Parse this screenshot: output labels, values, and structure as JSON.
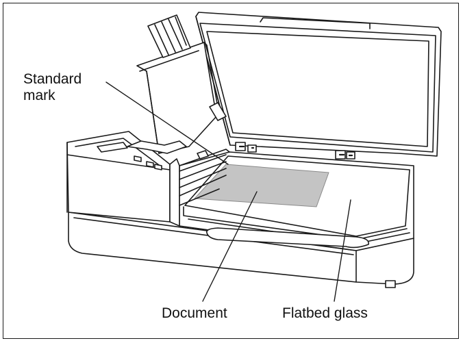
{
  "labels": {
    "standard_mark_line1": "Standard",
    "standard_mark_line2": "mark",
    "document": "Document",
    "flatbed_glass": "Flatbed glass"
  },
  "colors": {
    "outline": "#1a1a1a",
    "document_fill": "#c4c4c4",
    "background": "#ffffff"
  }
}
